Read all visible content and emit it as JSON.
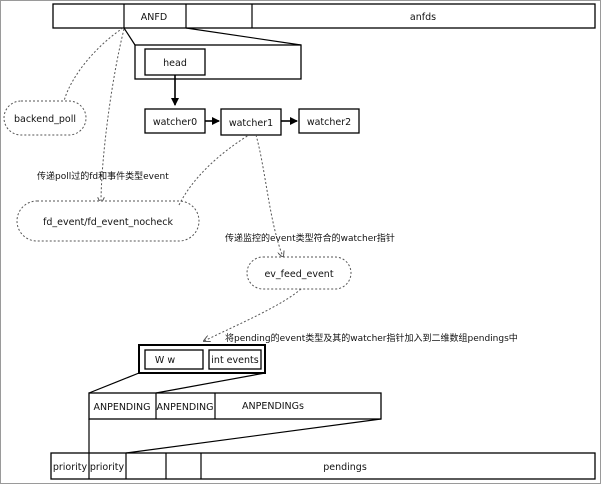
{
  "anfd_row": {
    "cells": [
      "ANFD",
      "anfds"
    ]
  },
  "head": {
    "label": "head"
  },
  "watchers": [
    "watcher0",
    "watcher1",
    "watcher2"
  ],
  "backend_poll": {
    "label": "backend_poll"
  },
  "fd_event": {
    "label": "fd_event/fd_event_nocheck"
  },
  "ev_feed_event": {
    "label": "ev_feed_event"
  },
  "notes": {
    "pass_poll": "传递poll过的fd和事件类型event",
    "pass_watcher": "传递监控的event类型符合的watcher指针",
    "add_pending": "将pending的event类型及其的watcher指针加入到二维数组pendings中"
  },
  "pending_item": {
    "w": "W w",
    "events": "int events"
  },
  "anpending_row": {
    "cells": [
      "ANPENDING",
      "ANPENDING",
      "ANPENDINGs"
    ]
  },
  "pendings_row": {
    "cells": [
      "priority",
      "priority",
      "pendings"
    ]
  }
}
